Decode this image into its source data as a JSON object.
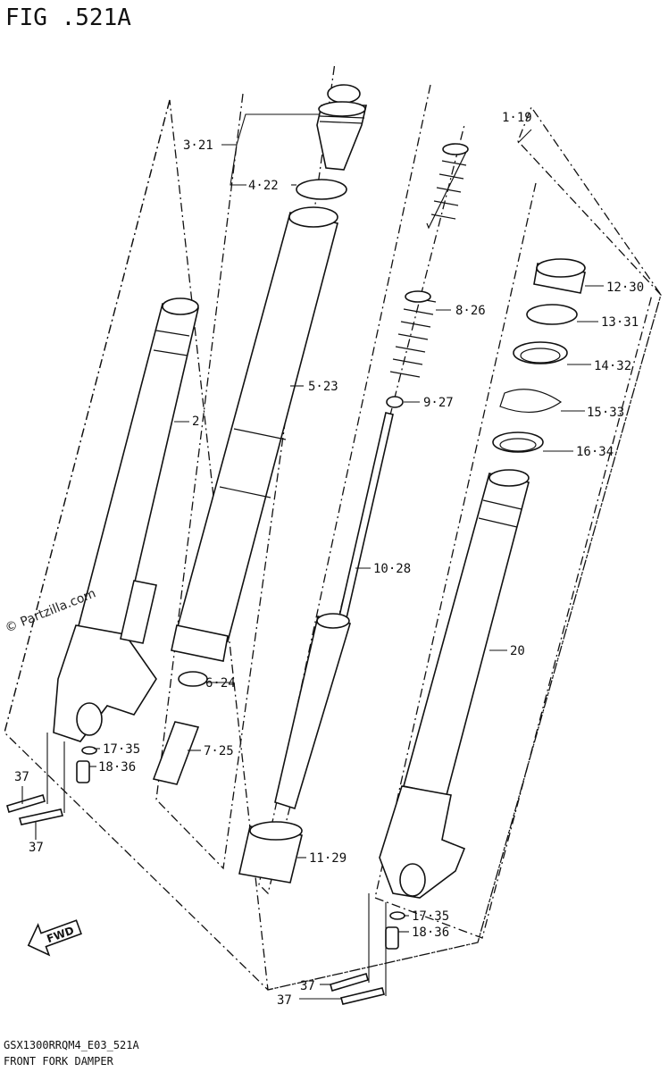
{
  "figure": {
    "title": "FIG .521A",
    "code": "GSX1300RRQM4_E03_521A",
    "name": "FRONT FORK DAMPER",
    "watermark": "© Partzilla.com",
    "fwd_label": "FWD"
  },
  "callouts": {
    "c_1_19": "1·19",
    "c_2": "2",
    "c_3_21": "3·21",
    "c_4_22": "4·22",
    "c_5_23": "5·23",
    "c_6_24": "6·24",
    "c_7_25": "7·25",
    "c_8_26": "8·26",
    "c_9_27": "9·27",
    "c_10_28": "10·28",
    "c_11_29": "11·29",
    "c_12_30": "12·30",
    "c_13_31": "13·31",
    "c_14_32": "14·32",
    "c_15_33": "15·33",
    "c_16_34": "16·34",
    "c_17_35_left": "17·35",
    "c_18_36_left": "18·36",
    "c_17_35_right": "17·35",
    "c_18_36_right": "18·36",
    "c_20": "20",
    "c_37_a": "37",
    "c_37_b": "37",
    "c_37_c": "37",
    "c_37_d": "37"
  }
}
